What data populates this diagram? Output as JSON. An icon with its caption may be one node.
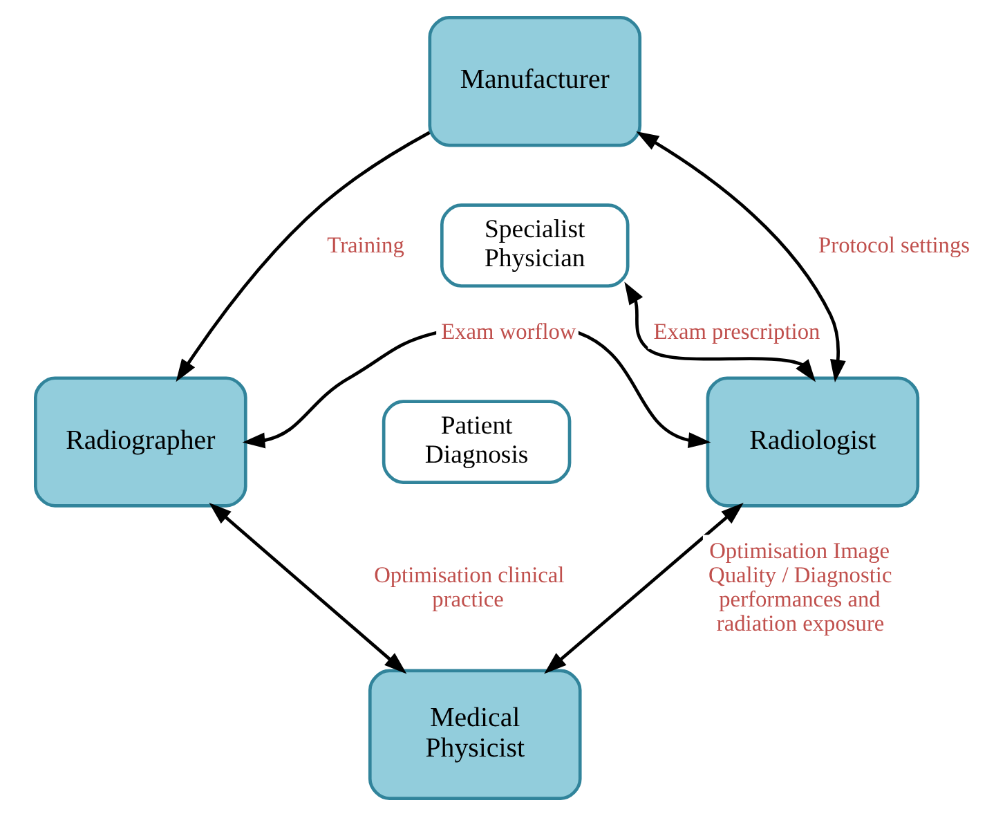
{
  "diagram": {
    "nodes": [
      {
        "text": [
          "Manufacturer"
        ]
      },
      {
        "text": [
          "Specialist Physician"
        ]
      },
      {
        "text": [
          "Patient Diagnosis"
        ]
      },
      {
        "text": [
          "Radiographer"
        ]
      },
      {
        "text": [
          "Radiologist"
        ]
      },
      {
        "text": [
          "Medical Physicist"
        ]
      }
    ],
    "edges": [
      {
        "from": 0,
        "to": 3,
        "arrow": "to",
        "label": "Training"
      },
      {
        "from": 0,
        "to": 4,
        "arrow": "both",
        "label": "Protocol settings"
      },
      {
        "from": 1,
        "to": 4,
        "arrow": "both",
        "label": "Exam prescription"
      },
      {
        "from": 3,
        "to": 4,
        "arrow": "both",
        "label": "Exam worflow"
      },
      {
        "from": 3,
        "to": 5,
        "arrow": "both",
        "label": "Optimisation clinical practice"
      },
      {
        "from": 5,
        "to": 4,
        "arrow": "both",
        "label": "Optimisation Image Quality / Diagnostic performances and radiation exposure"
      }
    ]
  }
}
